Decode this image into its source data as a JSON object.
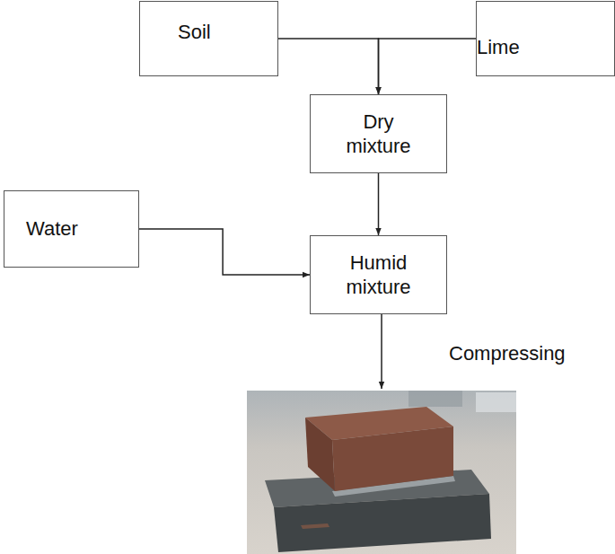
{
  "diagram": {
    "nodes": [
      {
        "text": [
          "Soil"
        ]
      },
      {
        "text": [
          "Lime"
        ]
      },
      {
        "text": [
          "Dry mixture"
        ]
      },
      {
        "text": [
          "Water"
        ]
      },
      {
        "text": [
          "Humid mixture"
        ]
      }
    ],
    "edges": [
      {
        "from": 0,
        "to": 2,
        "arrow": "to"
      },
      {
        "from": 1,
        "to": 2,
        "arrow": "to"
      },
      {
        "from": 2,
        "to": 4,
        "arrow": "to"
      },
      {
        "from": 3,
        "to": 4,
        "arrow": "to"
      }
    ],
    "labels": [
      "Compressing"
    ]
  }
}
